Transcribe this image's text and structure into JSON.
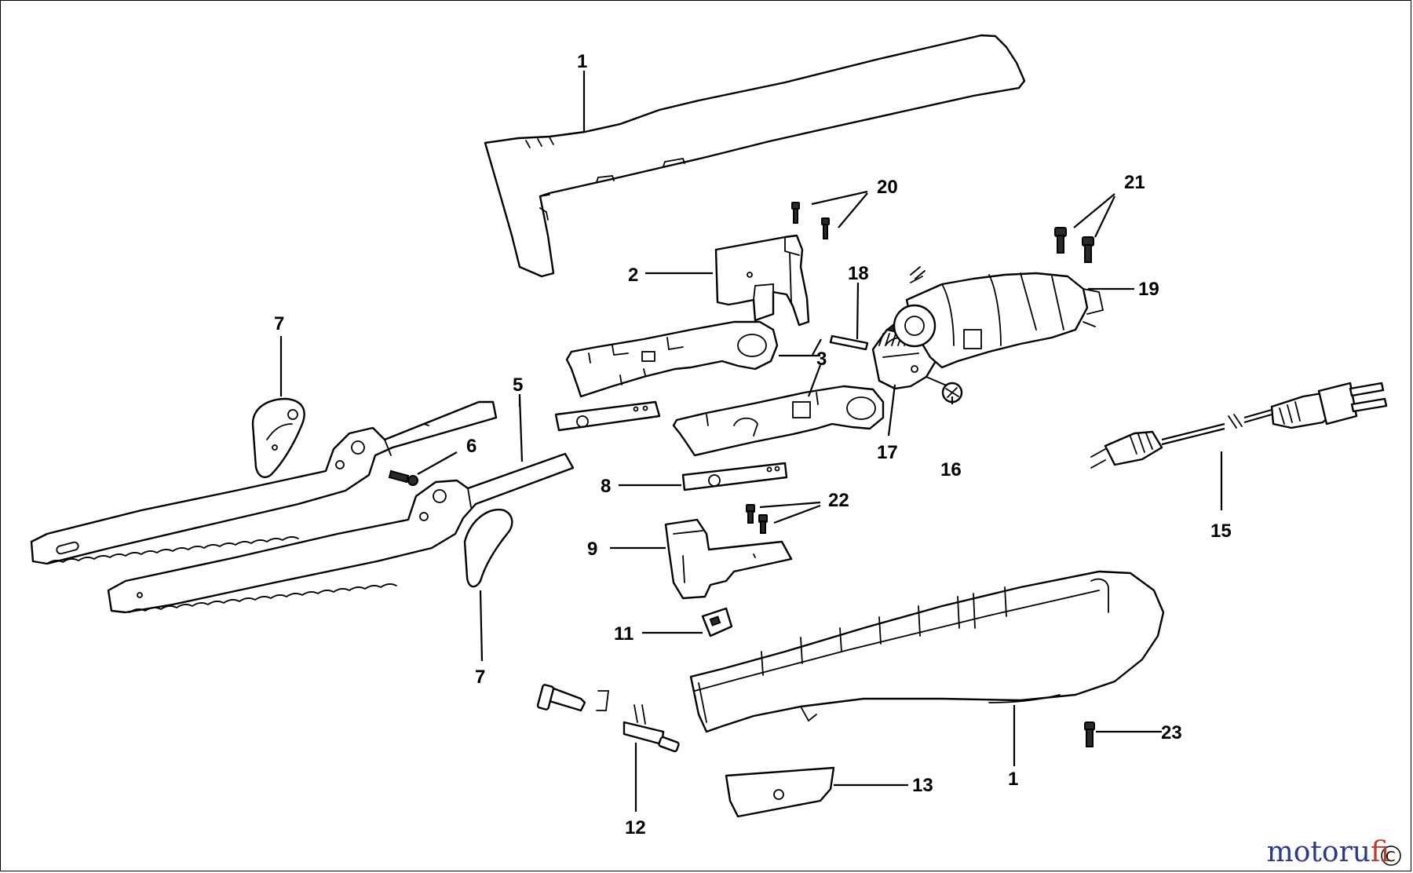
{
  "callouts": [
    {
      "id": "1a",
      "label": "1"
    },
    {
      "id": "1b",
      "label": "1"
    },
    {
      "id": "2",
      "label": "2"
    },
    {
      "id": "3",
      "label": "3"
    },
    {
      "id": "5",
      "label": "5"
    },
    {
      "id": "6",
      "label": "6"
    },
    {
      "id": "7a",
      "label": "7"
    },
    {
      "id": "7b",
      "label": "7"
    },
    {
      "id": "8",
      "label": "8"
    },
    {
      "id": "9",
      "label": "9"
    },
    {
      "id": "11",
      "label": "11"
    },
    {
      "id": "12",
      "label": "12"
    },
    {
      "id": "13",
      "label": "13"
    },
    {
      "id": "15",
      "label": "15"
    },
    {
      "id": "16",
      "label": "16"
    },
    {
      "id": "17",
      "label": "17"
    },
    {
      "id": "18",
      "label": "18"
    },
    {
      "id": "19",
      "label": "19"
    },
    {
      "id": "20",
      "label": "20"
    },
    {
      "id": "21",
      "label": "21"
    },
    {
      "id": "22",
      "label": "22"
    },
    {
      "id": "23",
      "label": "23"
    }
  ],
  "copyright_symbol": "C",
  "watermark": {
    "part1": "motoru",
    "part2": "f",
    "part3": "i"
  }
}
